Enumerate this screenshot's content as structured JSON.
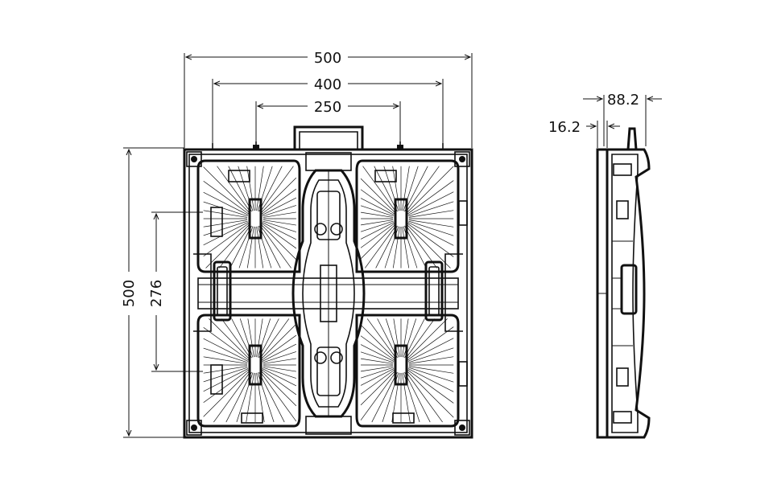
{
  "dimensions": {
    "front_width": "500",
    "inner_width": "400",
    "centre_width": "250",
    "front_height": "500",
    "inner_height": "276",
    "side_depth": "88.2",
    "side_offset": "16.2"
  },
  "colors": {
    "line": "#111111",
    "background": "#ffffff"
  }
}
